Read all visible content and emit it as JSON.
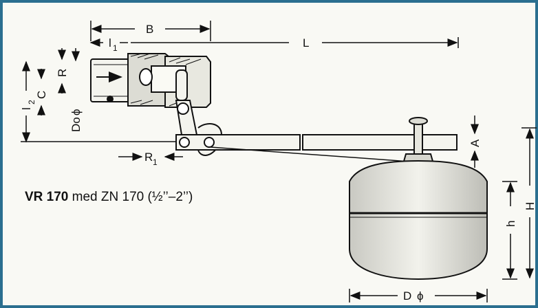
{
  "caption": {
    "model": "VR 170",
    "text": " med ZN 170 (½’’–2’’)"
  },
  "dimensions": {
    "B": "B",
    "L": "L",
    "l1": "l",
    "l1_sub": "1",
    "R": "R",
    "C": "C",
    "l2": "l",
    "l2_sub": "2",
    "Do": "Do",
    "phi": "ϕ",
    "R1": "R",
    "R1_sub": "1",
    "A": "A",
    "h": "h",
    "H": "H",
    "D": "D"
  },
  "colors": {
    "frame": "#2b6f8f",
    "line": "#111111",
    "paper": "#f9f9f4"
  }
}
